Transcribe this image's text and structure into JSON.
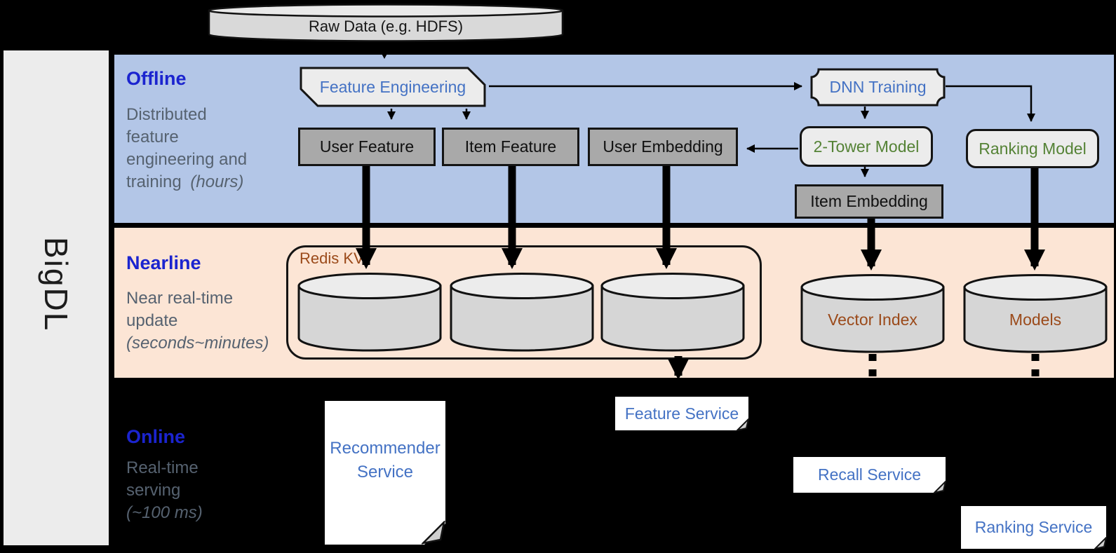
{
  "sidebar": {
    "brand": "BigDL"
  },
  "header": {
    "raw_data": "Raw Data (e.g. HDFS)"
  },
  "bands": {
    "offline": {
      "title": "Offline",
      "line1": "Distributed",
      "line2": "feature",
      "line3": "engineering and",
      "line4": "training",
      "time": "(hours)"
    },
    "nearline": {
      "title": "Nearline",
      "line1": "Near real-time",
      "line2": "update",
      "time": "(seconds~minutes)"
    },
    "online": {
      "title": "Online",
      "line1": "Real-time",
      "line2": "serving",
      "time": "(~100 ms)"
    }
  },
  "nodes": {
    "feature_engineering": "Feature Engineering",
    "dnn_training": "DNN Training",
    "user_feature": "User Feature",
    "item_feature": "Item Feature",
    "user_embedding": "User Embedding",
    "two_tower_model": "2-Tower Model",
    "ranking_model": "Ranking Model",
    "item_embedding": "Item Embedding"
  },
  "stores": {
    "redis_kv": "Redis KV",
    "vector_index": "Vector Index",
    "models": "Models"
  },
  "services": {
    "recommender": "Recommender Service",
    "feature": "Feature Service",
    "recall": "Recall Service",
    "ranking": "Ranking Service"
  },
  "colors": {
    "background": "#000000",
    "offline_band": "#b3c6e7",
    "nearline_band": "#fce5d5",
    "sidebar_gray": "#ececec",
    "heading_blue": "#1b24cf",
    "desc_gray": "#566270",
    "node_text_blue": "#4472c4",
    "model_text_green": "#548235",
    "store_text_brown": "#9b4a1a",
    "gray_box_fill": "#a9a9a9",
    "cylinder_fill": "#d6d6d6"
  }
}
